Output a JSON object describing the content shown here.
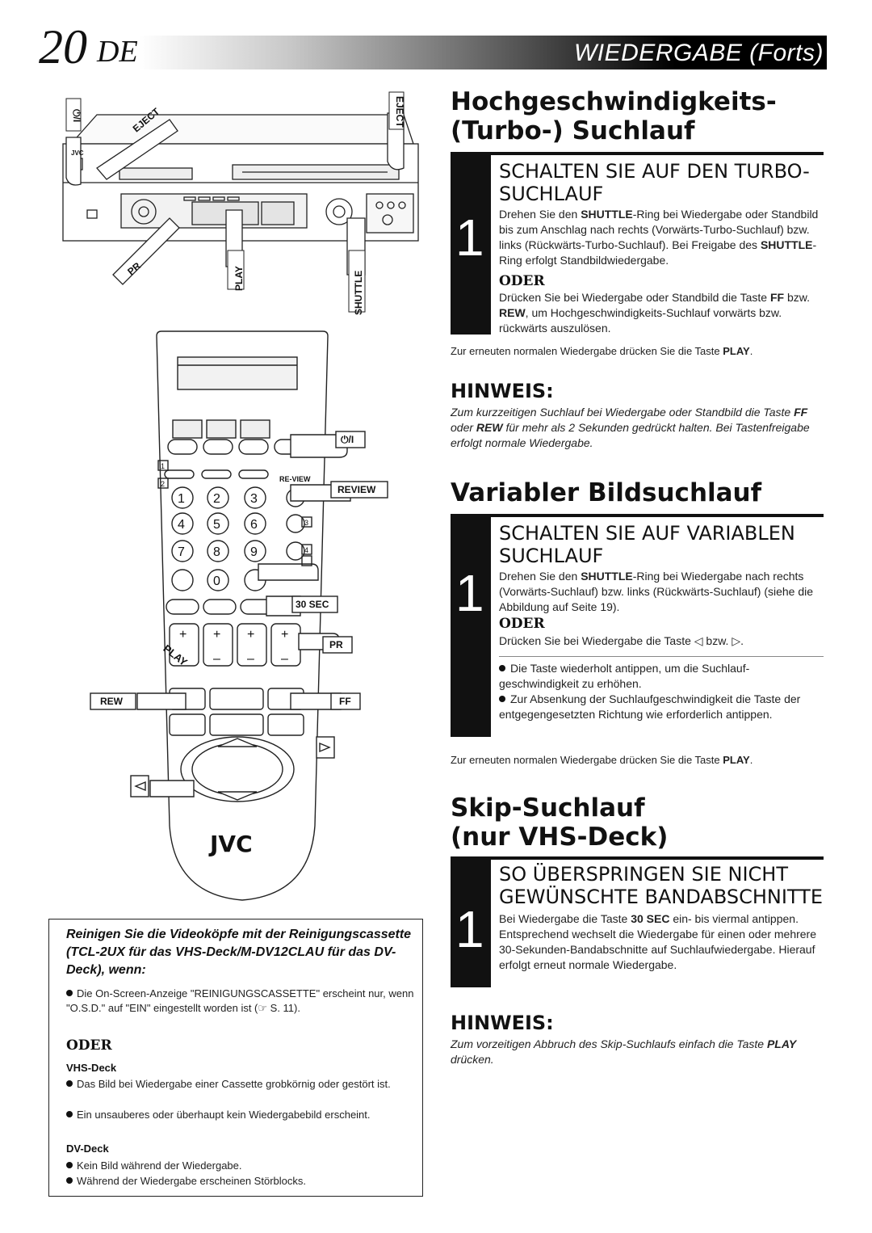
{
  "header": {
    "page_number": "20",
    "lang": "DE",
    "title": "WIEDERGABE (Forts)"
  },
  "illustration_labels": {
    "standby": "⏻/I",
    "eject_left": "EJECT",
    "eject_right": "EJECT",
    "pr": "PR",
    "play": "PLAY",
    "shuttle": "SHUTTLE",
    "brand": "JVC",
    "remote_standby": "⏻/I",
    "review_small": "RE-VIEW",
    "review": "REVIEW",
    "sec30": "30 SEC",
    "pr_right": "PR",
    "play_curved": "PLAY",
    "rew": "REW",
    "ff": "FF",
    "keys": [
      "1",
      "2",
      "3",
      "4",
      "5",
      "6",
      "7",
      "8",
      "9",
      "0"
    ],
    "side_numbers": [
      "1",
      "2",
      "3",
      "4"
    ],
    "plus": "+",
    "minus": "–"
  },
  "section1": {
    "heading_line1": "Hochgeschwindigkeits-",
    "heading_line2": "(Turbo-) Suchlauf",
    "step_number": "1",
    "step_title_line1": "SCHALTEN SIE AUF DEN TURBO-",
    "step_title_line2": "SUCHLAUF",
    "text_a": "Drehen Sie den SHUTTLE-Ring bei Wiedergabe oder Standbild bis zum Anschlag nach rechts (Vorwärts-Turbo-Suchlauf) bzw. links (Rückwärts-Turbo-Suchlauf). Bei Freigabe des SHUTTLE-Ring erfolgt Standbildwiedergabe.",
    "oder": "ODER",
    "text_b": "Drücken Sie bei Wiedergabe oder Standbild die Taste FF bzw. REW, um Hochgeschwindigkeits-Suchlauf vorwärts bzw. rückwärts auszulösen.",
    "after": "Zur erneuten normalen Wiedergabe drücken Sie die Taste PLAY."
  },
  "hinweis1": {
    "title": "HINWEIS:",
    "text": "Zum kurzzeitigen Suchlauf bei Wiedergabe oder Standbild die Taste FF oder REW für mehr als 2 Sekunden gedrückt halten. Bei Tastenfreigabe erfolgt normale Wiedergabe."
  },
  "section2": {
    "heading": "Variabler Bildsuchlauf",
    "step_number": "1",
    "step_title_line1": "SCHALTEN SIE AUF VARIABLEN",
    "step_title_line2": "SUCHLAUF",
    "text_a": "Drehen Sie den SHUTTLE-Ring bei Wiedergabe nach rechts (Vorwärts-Suchlauf) bzw. links (Rückwärts-Suchlauf) (siehe die Abbildung auf Seite 19).",
    "oder": "ODER",
    "text_b": "Drücken Sie bei Wiedergabe die Taste ◁ bzw. ▷.",
    "bullets": [
      "Die Taste wiederholt antippen, um die Suchlauf-geschwindigkeit zu erhöhen.",
      "Zur Absenkung der Suchlaufgeschwindigkeit die Taste der entgegengesetzten Richtung wie erforderlich antippen."
    ],
    "after": "Zur erneuten normalen Wiedergabe drücken Sie die Taste PLAY."
  },
  "section3": {
    "heading_line1": "Skip-Suchlauf",
    "heading_line2": "(nur VHS-Deck)",
    "step_number": "1",
    "step_title_line1": "SO ÜBERSPRINGEN SIE NICHT",
    "step_title_line2": "GEWÜNSCHTE BANDABSCHNITTE",
    "text": "Bei Wiedergabe die Taste 30 SEC ein- bis viermal antippen. Entsprechend wechselt die Wiedergabe für einen oder mehrere 30-Sekunden-Bandabschnitte auf Suchlaufwiedergabe. Hierauf erfolgt erneut normale Wiedergabe."
  },
  "hinweis2": {
    "title": "HINWEIS:",
    "text": "Zum vorzeitigen Abbruch des Skip-Suchlaufs einfach die Taste PLAY drücken."
  },
  "infobox": {
    "title": "Reinigen Sie die Videoköpfe mit der Reinigungscassette (TCL-2UX für das VHS-Deck/M-DV12CLAU für das DV-Deck), wenn:",
    "bullet1": "Die On-Screen-Anzeige \"REINIGUNGSCASSETTE\" erscheint nur, wenn \"O.S.D.\" auf \"EIN\" eingestellt worden ist (☞ S. 11).",
    "oder": "ODER",
    "vhs_label": "VHS-Deck",
    "vhs_bullets": [
      "Das Bild bei Wiedergabe einer Cassette grobkörnig oder gestört ist.",
      "Ein unsauberes oder überhaupt kein Wiedergabebild erscheint."
    ],
    "dv_label": "DV-Deck",
    "dv_bullets": [
      "Kein Bild während der Wiedergabe.",
      "Während der Wiedergabe erscheinen Störblocks."
    ]
  }
}
